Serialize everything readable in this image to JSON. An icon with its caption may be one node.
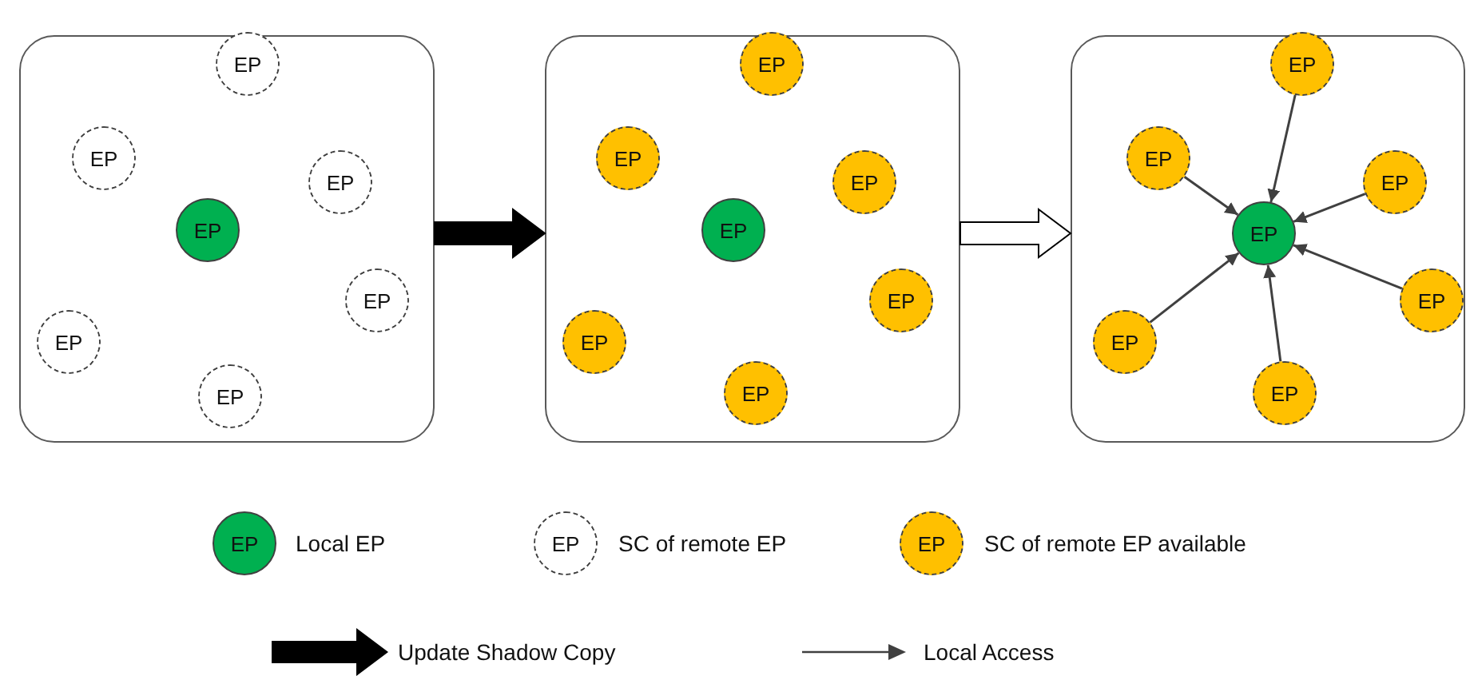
{
  "diagram": {
    "nodes": [
      {
        "text": [],
        "shape": "box"
      },
      {
        "text": [
          "EP"
        ],
        "in": 0
      },
      {
        "text": [
          "EP"
        ],
        "in": 0
      },
      {
        "text": [
          "EP"
        ],
        "in": 0
      },
      {
        "text": [
          "EP"
        ],
        "in": 0
      },
      {
        "text": [
          "EP"
        ],
        "in": 0
      },
      {
        "text": [
          "EP"
        ],
        "in": 0
      },
      {
        "text": [
          "EP"
        ],
        "in": 0
      },
      {
        "text": [],
        "shape": "box"
      },
      {
        "text": [
          "EP"
        ],
        "in": 8
      },
      {
        "text": [
          "EP"
        ],
        "in": 8
      },
      {
        "text": [
          "EP"
        ],
        "in": 8
      },
      {
        "text": [
          "EP"
        ],
        "in": 8
      },
      {
        "text": [
          "EP"
        ],
        "in": 8
      },
      {
        "text": [
          "EP"
        ],
        "in": 8
      },
      {
        "text": [
          "EP"
        ],
        "in": 8
      },
      {
        "text": [],
        "shape": "box"
      },
      {
        "text": [
          "EP"
        ],
        "in": 16
      },
      {
        "text": [
          "EP"
        ],
        "in": 16
      },
      {
        "text": [
          "EP"
        ],
        "in": 16
      },
      {
        "text": [
          "EP"
        ],
        "in": 16
      },
      {
        "text": [
          "EP"
        ],
        "in": 16
      },
      {
        "text": [
          "EP"
        ],
        "in": 16
      },
      {
        "text": [
          "EP"
        ],
        "in": 16
      }
    ],
    "edges": [
      {
        "from": 0,
        "to": 8,
        "arrow": "to",
        "style": "thick",
        "color": "#000000"
      },
      {
        "from": 8,
        "to": 16,
        "arrow": "to",
        "style": "thick",
        "color": "#ffffff"
      },
      {
        "from": 17,
        "to": 20,
        "arrow": "to"
      },
      {
        "from": 18,
        "to": 20,
        "arrow": "to"
      },
      {
        "from": 19,
        "to": 20,
        "arrow": "to"
      },
      {
        "from": 21,
        "to": 20,
        "arrow": "to"
      },
      {
        "from": 22,
        "to": 20,
        "arrow": "to"
      },
      {
        "from": 23,
        "to": 20,
        "arrow": "to"
      }
    ],
    "labels": [
      "EP",
      "EP",
      "EP"
    ],
    "legend": [
      {
        "text": "Local EP",
        "color": "#00b050"
      },
      {
        "text": "SC of remote EP"
      },
      {
        "text": "SC of remote EP available",
        "color": "#ffc000"
      },
      {
        "text": "Update Shadow Copy"
      },
      {
        "text": "Local Access"
      }
    ]
  }
}
